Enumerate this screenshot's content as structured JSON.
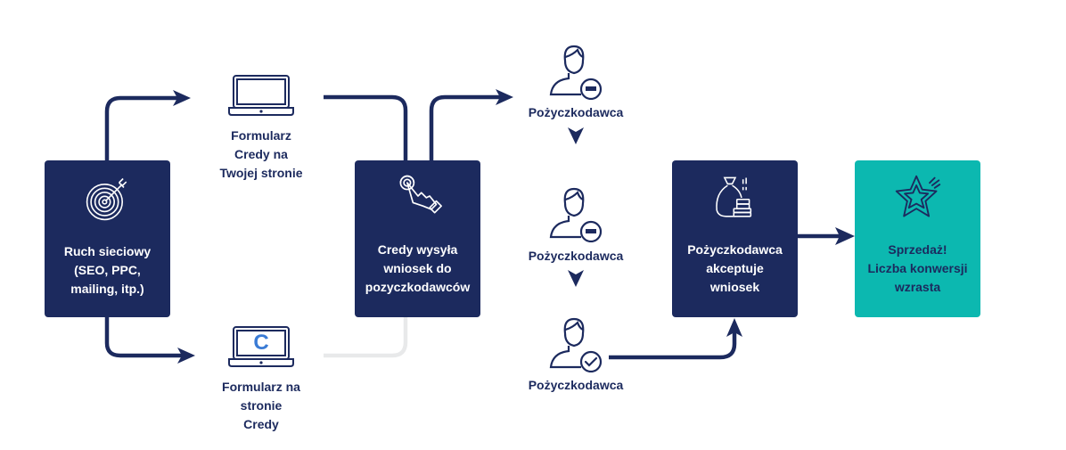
{
  "colors": {
    "navy": "#1c2a5e",
    "teal": "#0cb8b0",
    "light_gray": "#e8e9ea",
    "accent_blue": "#3a7bd5"
  },
  "steps": {
    "traffic": {
      "label": "Ruch sieciowy\n(SEO, PPC,\nmailing, itp.)",
      "icon": "target-icon"
    },
    "form_own_site": {
      "label": "Formularz\nCredy na\nTwojej stronie",
      "icon": "laptop-icon"
    },
    "form_credy_site": {
      "label": "Formularz na\nstronie\nCredy",
      "icon": "laptop-credy-icon",
      "logo_letter": "C"
    },
    "credy_sends": {
      "label": "Credy wysyła\nwniosek do\npozyczkodawców",
      "icon": "hand-tap-icon"
    },
    "lenders": [
      {
        "label": "Pożyczkodawca",
        "status": "rejected",
        "icon": "user-minus-icon"
      },
      {
        "label": "Pożyczkodawca",
        "status": "rejected",
        "icon": "user-minus-icon"
      },
      {
        "label": "Pożyczkodawca",
        "status": "accepted",
        "icon": "user-check-icon"
      }
    ],
    "lender_accepts": {
      "label": "Pożyczkodawca\nakceptuje\nwniosek",
      "icon": "money-bag-icon"
    },
    "sale": {
      "label": "Sprzedaż!\nLiczba konwersji\nwzrasta",
      "icon": "star-icon"
    }
  }
}
